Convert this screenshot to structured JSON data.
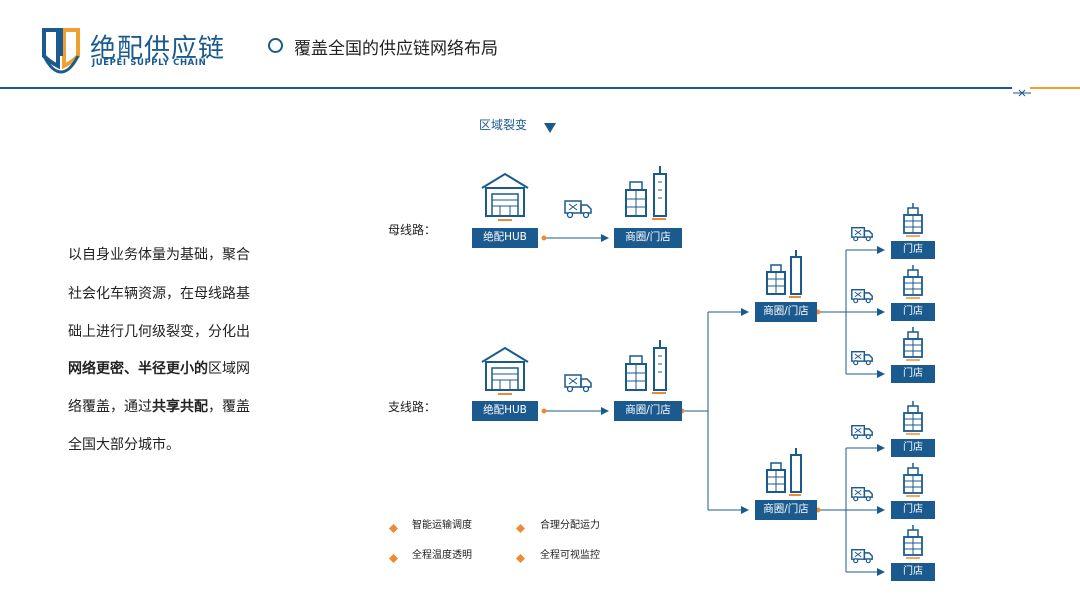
{
  "header": {
    "brand_cn": "绝配供应链",
    "brand_en": "JUEPEI SUPPLY CHAIN",
    "page_title": "覆盖全国的供应链网络布局"
  },
  "diagram": {
    "section_label": "区域裂变",
    "main_route_label": "母线路：",
    "branch_route_label": "支线路：",
    "hub_label": "绝配HUB",
    "shop_label": "商圈/门店",
    "store_label": "门店"
  },
  "description": {
    "line1": "以自身业务体量为基础，聚合",
    "line2": "社会化车辆资源，在母线路基",
    "line3": "础上进行几何级裂变，分化出",
    "line4_bold": "网络更密、半径更小的",
    "line4_rest": "区域网",
    "line5_start": "络覆盖，通过",
    "line5_bold": "共享共配",
    "line5_end": "，覆盖",
    "line6": "全国大部分城市。"
  },
  "legend": {
    "items": [
      "智能运输调度",
      "合理分配运力",
      "全程温度透明",
      "全程可视监控"
    ],
    "marker_color": "#f08a30"
  },
  "colors": {
    "primary": "#1b5a8e",
    "accent": "#f08a30"
  }
}
